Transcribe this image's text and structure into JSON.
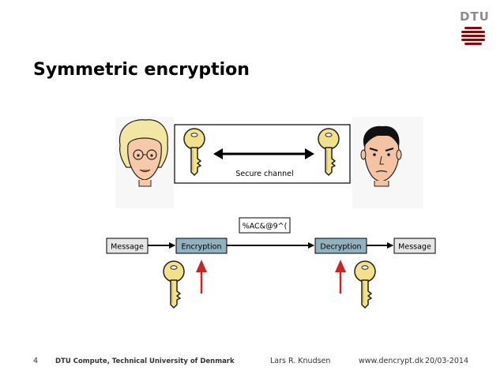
{
  "slide": {
    "title": "Symmetric encryption",
    "logo_text": "DTU"
  },
  "diagram": {
    "channel_label": "Secure channel",
    "ciphertext": "%AC&@9^(",
    "message_left": "Message",
    "encryption": "Encryption",
    "decryption": "Decryption",
    "message_right": "Message"
  },
  "footer": {
    "page_number": "4",
    "institution": "DTU Compute, Technical University of Denmark",
    "author": "Lars R. Knudsen",
    "website": "www.dencrypt.dk",
    "date": "20/03-2014"
  },
  "colors": {
    "logo_red": "#990000",
    "process_box": "#8fb1c0",
    "message_box": "#e6e6e6",
    "arrow_red": "#cc2222",
    "key_gold": "#f2e08a"
  },
  "icons": [
    "dtu-logo",
    "woman-face-icon",
    "man-face-icon",
    "key-icon",
    "up-arrow-icon"
  ]
}
